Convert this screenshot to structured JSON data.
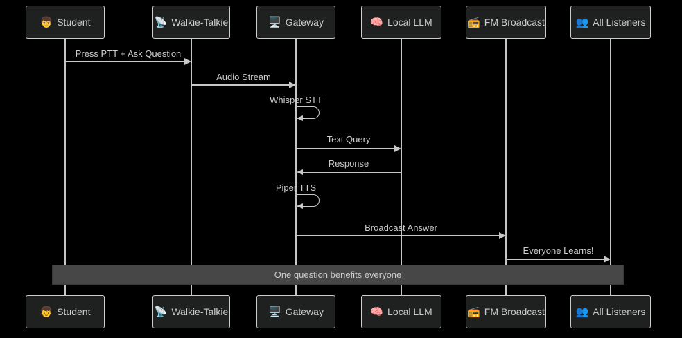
{
  "diagram": {
    "type": "sequence-diagram",
    "colors": {
      "background": "#000000",
      "actor_fill": "#1f2020",
      "actor_border": "#cccccc",
      "line": "#c8c8c8",
      "text": "#cccccc",
      "note_fill": "#474747",
      "note_text": "#cccccc"
    },
    "actors": [
      {
        "id": "student",
        "icon": "👦",
        "label": "Student"
      },
      {
        "id": "walkie-talkie",
        "icon": "📡",
        "label": "Walkie-Talkie"
      },
      {
        "id": "gateway",
        "icon": "🖥️",
        "label": "Gateway"
      },
      {
        "id": "local-llm",
        "icon": "🧠",
        "label": "Local LLM"
      },
      {
        "id": "fm-broadcast",
        "icon": "📻",
        "label": "FM Broadcast"
      },
      {
        "id": "all-listeners",
        "icon": "👥",
        "label": "All Listeners"
      }
    ],
    "messages": [
      {
        "from": "Student",
        "to": "Walkie-Talkie",
        "kind": "arrow",
        "label": "Press PTT + Ask Question"
      },
      {
        "from": "Walkie-Talkie",
        "to": "Gateway",
        "kind": "arrow",
        "label": "Audio Stream"
      },
      {
        "from": "Gateway",
        "to": "Gateway",
        "kind": "self-loop",
        "label": "Whisper STT"
      },
      {
        "from": "Gateway",
        "to": "Local LLM",
        "kind": "arrow",
        "label": "Text Query"
      },
      {
        "from": "Local LLM",
        "to": "Gateway",
        "kind": "arrow",
        "label": "Response"
      },
      {
        "from": "Gateway",
        "to": "Gateway",
        "kind": "self-loop",
        "label": "Piper TTS"
      },
      {
        "from": "Gateway",
        "to": "FM Broadcast",
        "kind": "arrow",
        "label": "Broadcast Answer"
      },
      {
        "from": "FM Broadcast",
        "to": "All Listeners",
        "kind": "arrow",
        "label": "Everyone Learns!"
      }
    ],
    "note": {
      "text": "One question benefits everyone",
      "span": "all actors"
    }
  }
}
